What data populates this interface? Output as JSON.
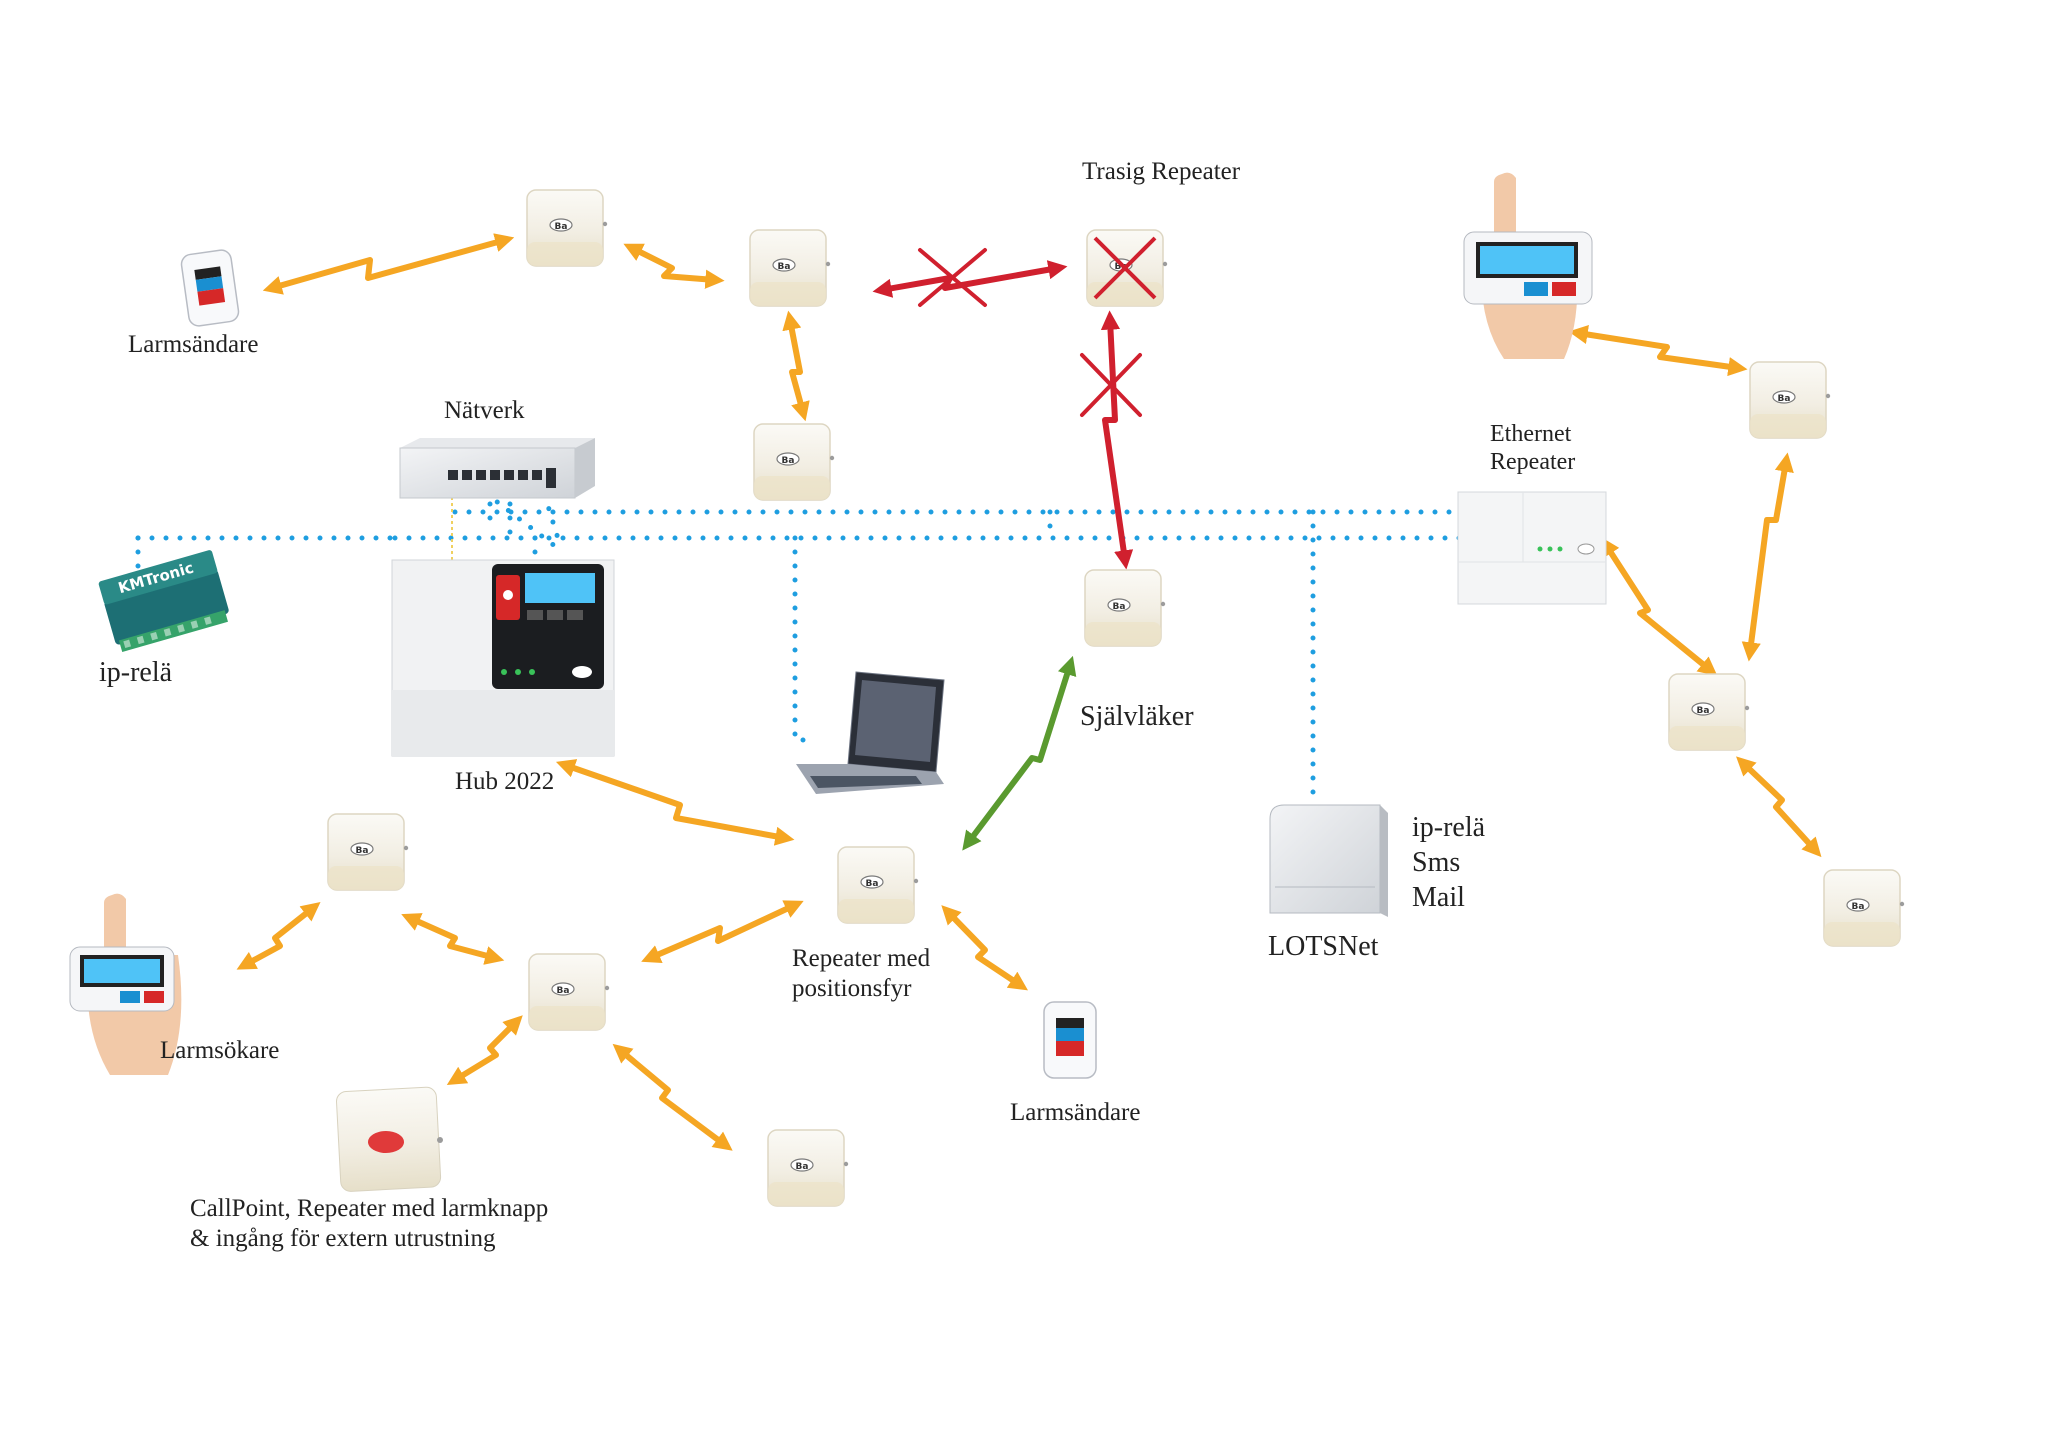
{
  "labels": {
    "trasig_repeater": "Trasig Repeater",
    "larmsandare_top": "Larmsändare",
    "natverk": "Nätverk",
    "ethernet_repeater": "Ethernet\nRepeater",
    "ip_rela_left": "ip-relä",
    "hub": "Hub 2022",
    "sjalvlaker": "Självläker",
    "lotsnet_services": "ip-relä\nSms\nMail",
    "lotsnet": "LOTSNet",
    "repeater_positionsfyr": "Repeater med\npositionsfyr",
    "larmsokare": "Larmsökare",
    "larmsandare_bottom": "Larmsändare",
    "callpoint": "CallPoint,  Repeater med larmknapp\n& ingång för extern utrustning"
  },
  "device_text": {
    "repeater_logo": "Ba",
    "kmtronic_brand": "KMTronic"
  },
  "icons": [
    "repeater-icon",
    "broken-repeater-icon",
    "alarm-transmitter-icon",
    "network-switch-icon",
    "hub-icon",
    "ip-relay-board-icon",
    "laptop-icon",
    "lotsnet-gateway-icon",
    "ethernet-repeater-icon",
    "hand-pager-icon",
    "callpoint-icon",
    "broken-link-cross-icon"
  ],
  "colors": {
    "radio_link": "#f5a623",
    "broken_link": "#d0202e",
    "self_heal_link": "#5a9a2f",
    "ethernet": "#1e9ee0",
    "device_body": "#f1ede2"
  }
}
